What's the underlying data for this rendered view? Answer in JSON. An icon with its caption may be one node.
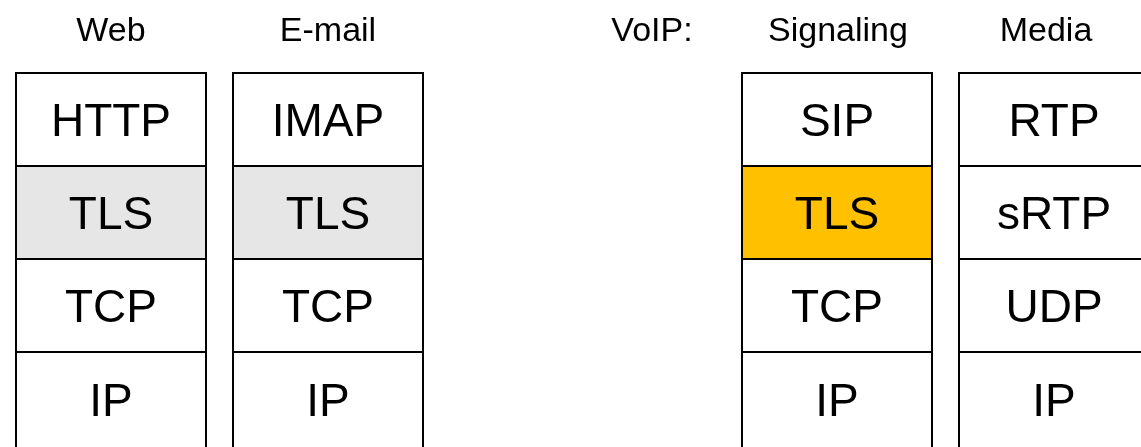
{
  "diagram": {
    "nodes": [
      {
        "text": [
          "HTTP"
        ]
      },
      {
        "text": [
          "TLS"
        ]
      },
      {
        "text": [
          "TCP"
        ]
      },
      {
        "text": [
          "IP"
        ]
      },
      {
        "text": [
          "IMAP"
        ]
      },
      {
        "text": [
          "TLS"
        ]
      },
      {
        "text": [
          "TCP"
        ]
      },
      {
        "text": [
          "IP"
        ]
      },
      {
        "text": [
          "SIP"
        ]
      },
      {
        "text": [
          "TLS"
        ]
      },
      {
        "text": [
          "TCP"
        ]
      },
      {
        "text": [
          "IP"
        ]
      },
      {
        "text": [
          "RTP"
        ]
      },
      {
        "text": [
          "sRTP"
        ]
      },
      {
        "text": [
          "UDP"
        ]
      },
      {
        "text": [
          "IP"
        ]
      }
    ],
    "labels": [
      "Web",
      "E-mail",
      "VoIP:",
      "Signaling",
      "Media"
    ]
  }
}
